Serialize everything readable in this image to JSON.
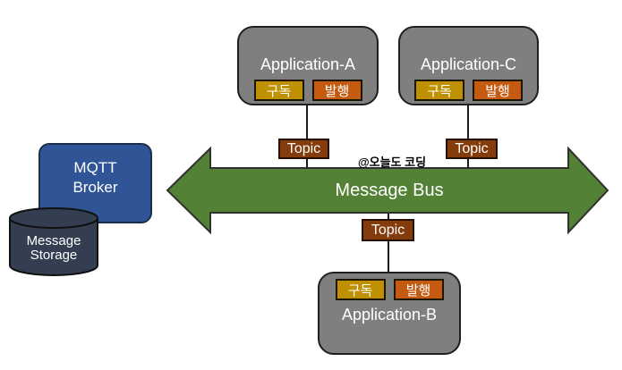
{
  "watermark": "@오늘도 코딩",
  "colors": {
    "app_gray": "#7f7f7f",
    "subscribe_gold": "#BF9000",
    "publish_orange": "#C55A11",
    "topic_brown": "#843C0C",
    "bus_green": "#538135",
    "broker_blue": "#2F5597",
    "storage_navy": "#333F50"
  },
  "bus": {
    "label": "Message Bus"
  },
  "broker": {
    "line1": "MQTT",
    "line2": "Broker"
  },
  "storage": {
    "line1": "Message",
    "line2": "Storage"
  },
  "topics": {
    "a": "Topic",
    "b": "Topic",
    "c": "Topic"
  },
  "apps": {
    "a": {
      "title": "Application-A",
      "subscribe": "구독",
      "publish": "발행"
    },
    "b": {
      "title": "Application-B",
      "subscribe": "구독",
      "publish": "발행"
    },
    "c": {
      "title": "Application-C",
      "subscribe": "구독",
      "publish": "발행"
    }
  }
}
